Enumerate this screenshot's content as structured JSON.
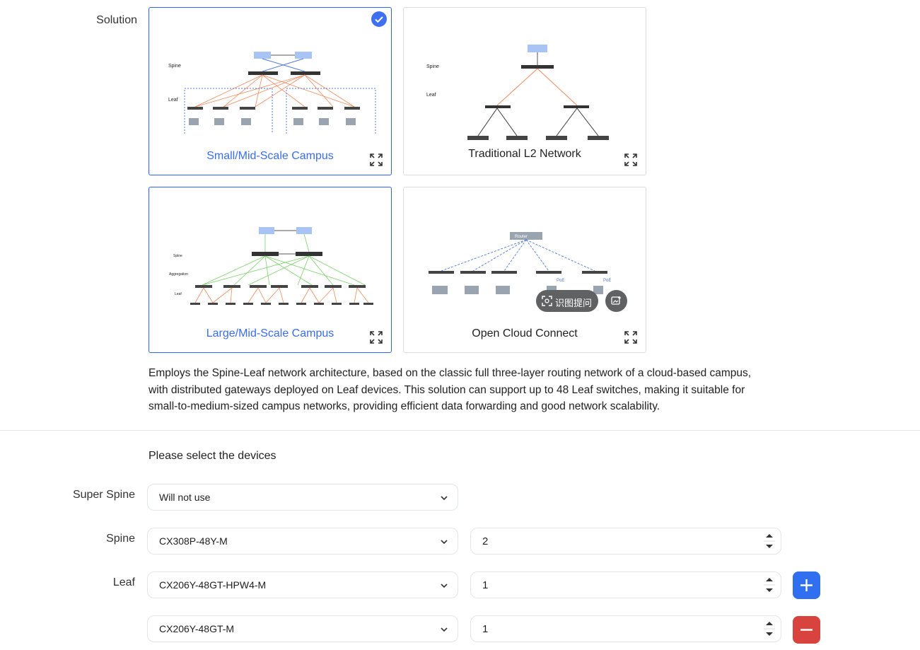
{
  "solution_label": "Solution",
  "cards": [
    {
      "caption": "Small/Mid-Scale Campus",
      "diagram_labels": [
        "Spine",
        "Leaf"
      ]
    },
    {
      "caption": "Traditional L2 Network",
      "diagram_labels": [
        "Spine",
        "Leaf"
      ]
    },
    {
      "caption": "Large/Mid-Scale Campus",
      "diagram_labels": [
        "Spine",
        "Aggregation",
        "Leaf"
      ]
    },
    {
      "caption": "Open Cloud Connect",
      "diagram_labels": [
        "Router",
        "PoE",
        "PoE"
      ]
    }
  ],
  "description": "Employs the Spine-Leaf network architecture, based on the classic full three-layer routing network of a cloud-based campus, with distributed gateways deployed on Leaf devices. This solution can support up to 48 Leaf switches, making it suitable for small-to-medium-sized campus networks, providing efficient data forwarding and good network scalability.",
  "section_title": "Please select the devices",
  "rows": {
    "super_spine": {
      "label": "Super Spine",
      "model": "Will not use"
    },
    "spine": {
      "label": "Spine",
      "model": "CX308P-48Y-M",
      "qty": "2"
    },
    "leaf": {
      "label": "Leaf",
      "model": "CX206Y-48GT-HPW4-M",
      "qty": "1"
    },
    "leaf2": {
      "model": "CX206Y-48GT-M",
      "qty": "1"
    }
  },
  "overlay": {
    "pill_text": "识图提问"
  },
  "colors": {
    "accent": "#2f6ff0",
    "danger": "#d9433e",
    "orange_link": "#f08a5d",
    "green_link": "#7bd06a",
    "blue_link": "#4f78d8"
  }
}
